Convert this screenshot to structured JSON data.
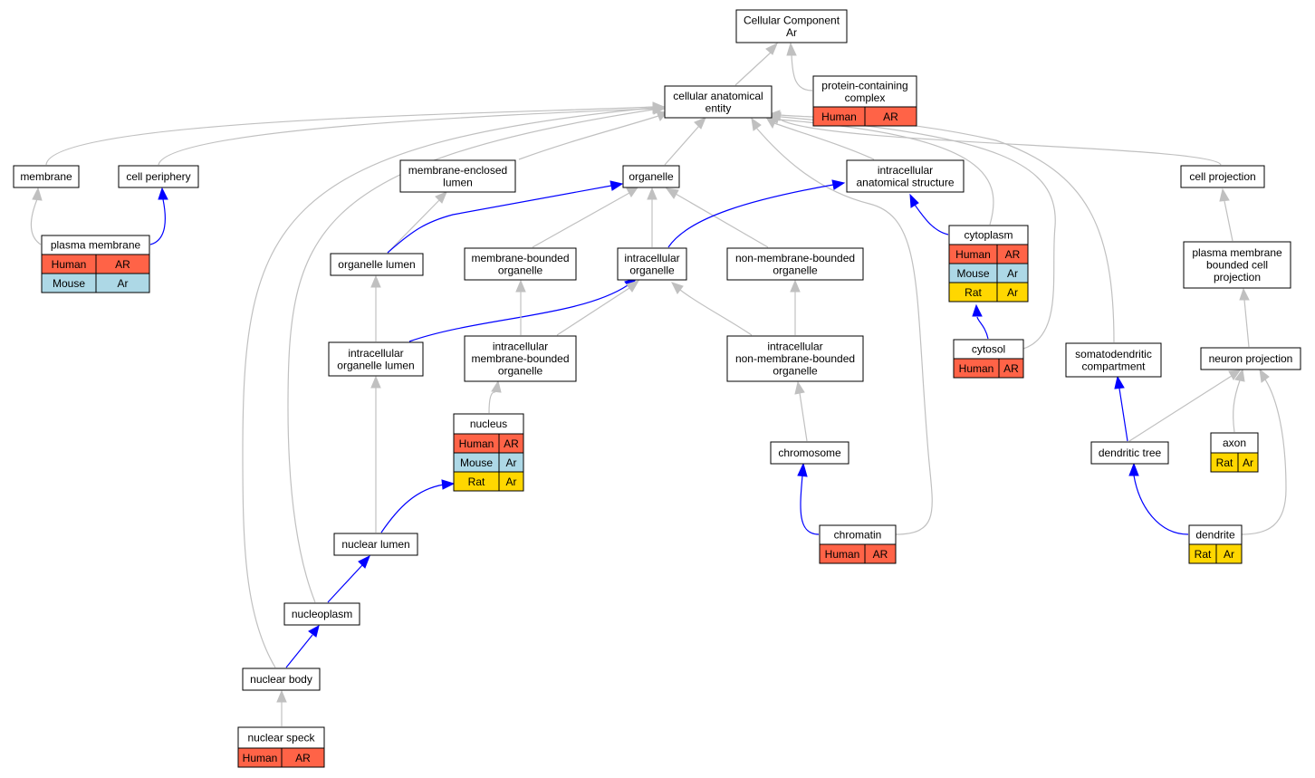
{
  "colors": {
    "Human": "#ff6347",
    "Mouse": "#add8e6",
    "Rat": "#ffd700",
    "edge_is_a": "#c0c0c0",
    "edge_part_of": "#0000ff"
  },
  "nodes": {
    "root": {
      "lines": [
        "Cellular Component",
        "Ar"
      ],
      "rows": []
    },
    "protein_complex": {
      "lines": [
        "protein-containing",
        "complex"
      ],
      "rows": [
        [
          "Human",
          "AR"
        ]
      ]
    },
    "cae": {
      "lines": [
        "cellular anatomical",
        "entity"
      ],
      "rows": []
    },
    "membrane": {
      "lines": [
        "membrane"
      ],
      "rows": []
    },
    "cell_periphery": {
      "lines": [
        "cell periphery"
      ],
      "rows": []
    },
    "me_lumen": {
      "lines": [
        "membrane-enclosed",
        "lumen"
      ],
      "rows": []
    },
    "organelle": {
      "lines": [
        "organelle"
      ],
      "rows": []
    },
    "ias": {
      "lines": [
        "intracellular",
        "anatomical structure"
      ],
      "rows": []
    },
    "cell_projection": {
      "lines": [
        "cell projection"
      ],
      "rows": []
    },
    "plasma_membrane": {
      "lines": [
        "plasma membrane"
      ],
      "rows": [
        [
          "Human",
          "AR"
        ],
        [
          "Mouse",
          "Ar"
        ]
      ]
    },
    "organelle_lumen": {
      "lines": [
        "organelle lumen"
      ],
      "rows": []
    },
    "mbo": {
      "lines": [
        "membrane-bounded",
        "organelle"
      ],
      "rows": []
    },
    "io": {
      "lines": [
        "intracellular",
        "organelle"
      ],
      "rows": []
    },
    "nmbo": {
      "lines": [
        "non-membrane-bounded",
        "organelle"
      ],
      "rows": []
    },
    "cytoplasm": {
      "lines": [
        "cytoplasm"
      ],
      "rows": [
        [
          "Human",
          "AR"
        ],
        [
          "Mouse",
          "Ar"
        ],
        [
          "Rat",
          "Ar"
        ]
      ]
    },
    "pmbcp": {
      "lines": [
        "plasma membrane",
        "bounded cell",
        "projection"
      ],
      "rows": []
    },
    "iol": {
      "lines": [
        "intracellular",
        "organelle lumen"
      ],
      "rows": []
    },
    "imbo": {
      "lines": [
        "intracellular",
        "membrane-bounded",
        "organelle"
      ],
      "rows": []
    },
    "inmbo": {
      "lines": [
        "intracellular",
        "non-membrane-bounded",
        "organelle"
      ],
      "rows": []
    },
    "cytosol": {
      "lines": [
        "cytosol"
      ],
      "rows": [
        [
          "Human",
          "AR"
        ]
      ]
    },
    "somatodendritic": {
      "lines": [
        "somatodendritic",
        "compartment"
      ],
      "rows": []
    },
    "neuron_projection": {
      "lines": [
        "neuron projection"
      ],
      "rows": []
    },
    "nucleus": {
      "lines": [
        "nucleus"
      ],
      "rows": [
        [
          "Human",
          "AR"
        ],
        [
          "Mouse",
          "Ar"
        ],
        [
          "Rat",
          "Ar"
        ]
      ]
    },
    "chromosome": {
      "lines": [
        "chromosome"
      ],
      "rows": []
    },
    "dendritic_tree": {
      "lines": [
        "dendritic tree"
      ],
      "rows": []
    },
    "axon": {
      "lines": [
        "axon"
      ],
      "rows": [
        [
          "Rat",
          "Ar"
        ]
      ]
    },
    "nuclear_lumen": {
      "lines": [
        "nuclear lumen"
      ],
      "rows": []
    },
    "chromatin": {
      "lines": [
        "chromatin"
      ],
      "rows": [
        [
          "Human",
          "AR"
        ]
      ]
    },
    "dendrite": {
      "lines": [
        "dendrite"
      ],
      "rows": [
        [
          "Rat",
          "Ar"
        ]
      ]
    },
    "nucleoplasm": {
      "lines": [
        "nucleoplasm"
      ],
      "rows": []
    },
    "nuclear_body": {
      "lines": [
        "nuclear body"
      ],
      "rows": []
    },
    "nuclear_speck": {
      "lines": [
        "nuclear speck"
      ],
      "rows": [
        [
          "Human",
          "AR"
        ]
      ]
    }
  },
  "edges": [
    {
      "from": "cae",
      "to": "root",
      "type": "is_a"
    },
    {
      "from": "protein_complex",
      "to": "root",
      "type": "is_a"
    },
    {
      "from": "membrane",
      "to": "cae",
      "type": "is_a"
    },
    {
      "from": "cell_periphery",
      "to": "cae",
      "type": "is_a"
    },
    {
      "from": "me_lumen",
      "to": "cae",
      "type": "is_a"
    },
    {
      "from": "organelle",
      "to": "cae",
      "type": "is_a"
    },
    {
      "from": "ias",
      "to": "cae",
      "type": "is_a"
    },
    {
      "from": "cell_projection",
      "to": "cae",
      "type": "is_a"
    },
    {
      "from": "cytoplasm",
      "to": "cae",
      "type": "is_a"
    },
    {
      "from": "cytosol",
      "to": "cae",
      "type": "is_a"
    },
    {
      "from": "somatodendritic",
      "to": "cae",
      "type": "is_a"
    },
    {
      "from": "chromatin",
      "to": "cae",
      "type": "is_a"
    },
    {
      "from": "nucleoplasm",
      "to": "cae",
      "type": "is_a"
    },
    {
      "from": "nuclear_body",
      "to": "cae",
      "type": "is_a"
    },
    {
      "from": "plasma_membrane",
      "to": "membrane",
      "type": "is_a"
    },
    {
      "from": "plasma_membrane",
      "to": "cell_periphery",
      "type": "part_of"
    },
    {
      "from": "organelle_lumen",
      "to": "me_lumen",
      "type": "is_a"
    },
    {
      "from": "organelle_lumen",
      "to": "organelle",
      "type": "part_of"
    },
    {
      "from": "mbo",
      "to": "organelle",
      "type": "is_a"
    },
    {
      "from": "io",
      "to": "organelle",
      "type": "is_a"
    },
    {
      "from": "nmbo",
      "to": "organelle",
      "type": "is_a"
    },
    {
      "from": "io",
      "to": "ias",
      "type": "part_of"
    },
    {
      "from": "cytoplasm",
      "to": "ias",
      "type": "part_of"
    },
    {
      "from": "pmbcp",
      "to": "cell_projection",
      "type": "is_a"
    },
    {
      "from": "iol",
      "to": "organelle_lumen",
      "type": "is_a"
    },
    {
      "from": "iol",
      "to": "io",
      "type": "part_of"
    },
    {
      "from": "imbo",
      "to": "mbo",
      "type": "is_a"
    },
    {
      "from": "imbo",
      "to": "io",
      "type": "is_a"
    },
    {
      "from": "inmbo",
      "to": "io",
      "type": "is_a"
    },
    {
      "from": "inmbo",
      "to": "nmbo",
      "type": "is_a"
    },
    {
      "from": "cytosol",
      "to": "cytoplasm",
      "type": "part_of"
    },
    {
      "from": "neuron_projection",
      "to": "pmbcp",
      "type": "is_a"
    },
    {
      "from": "nucleus",
      "to": "imbo",
      "type": "is_a"
    },
    {
      "from": "chromosome",
      "to": "inmbo",
      "type": "is_a"
    },
    {
      "from": "dendritic_tree",
      "to": "somatodendritic",
      "type": "part_of"
    },
    {
      "from": "dendritic_tree",
      "to": "neuron_projection",
      "type": "is_a"
    },
    {
      "from": "axon",
      "to": "neuron_projection",
      "type": "is_a"
    },
    {
      "from": "dendrite",
      "to": "neuron_projection",
      "type": "is_a"
    },
    {
      "from": "nuclear_lumen",
      "to": "iol",
      "type": "is_a"
    },
    {
      "from": "nuclear_lumen",
      "to": "nucleus",
      "type": "part_of"
    },
    {
      "from": "chromatin",
      "to": "chromosome",
      "type": "part_of"
    },
    {
      "from": "dendrite",
      "to": "dendritic_tree",
      "type": "part_of"
    },
    {
      "from": "nucleoplasm",
      "to": "nuclear_lumen",
      "type": "part_of"
    },
    {
      "from": "nuclear_body",
      "to": "nucleoplasm",
      "type": "part_of"
    },
    {
      "from": "nuclear_speck",
      "to": "nuclear_body",
      "type": "is_a"
    }
  ]
}
